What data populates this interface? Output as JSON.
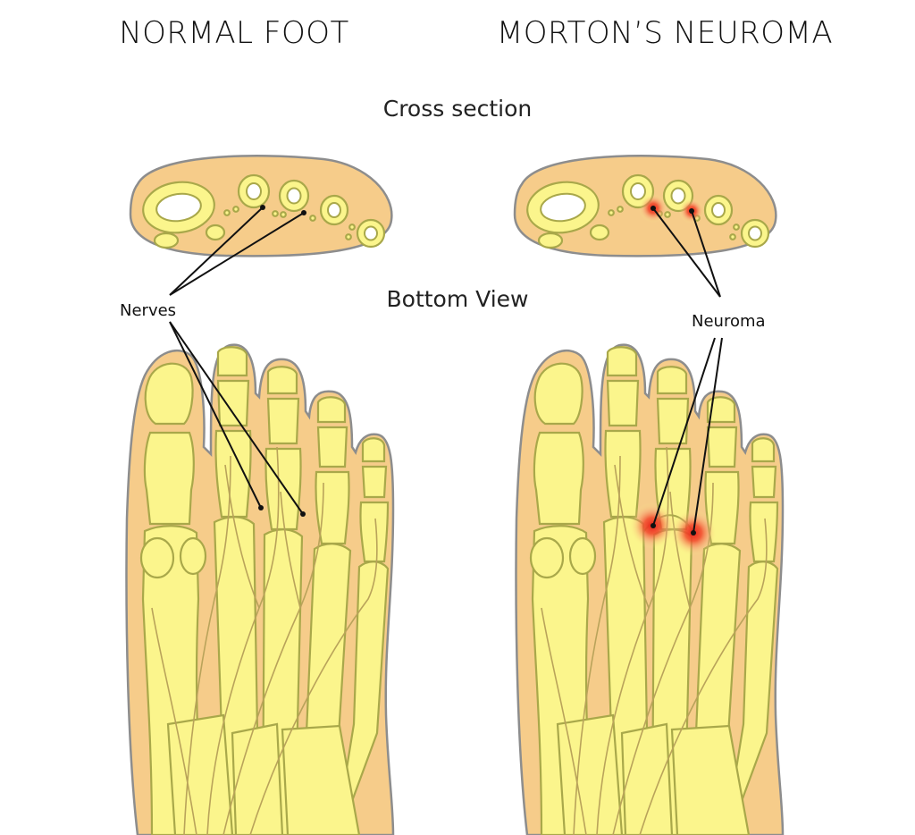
{
  "titles": {
    "normal": "NORMAL FOOT",
    "morton": "MORTON’S NEUROMA"
  },
  "sections": {
    "cross": "Cross section",
    "bottom": "Bottom View"
  },
  "labels": {
    "nerves": "Nerves",
    "neuroma": "Neuroma"
  },
  "colors": {
    "skin": "#f6cc8a",
    "bone": "#fbf58c",
    "outline": "#8d8d8d",
    "inflammation": "#e8331c"
  }
}
